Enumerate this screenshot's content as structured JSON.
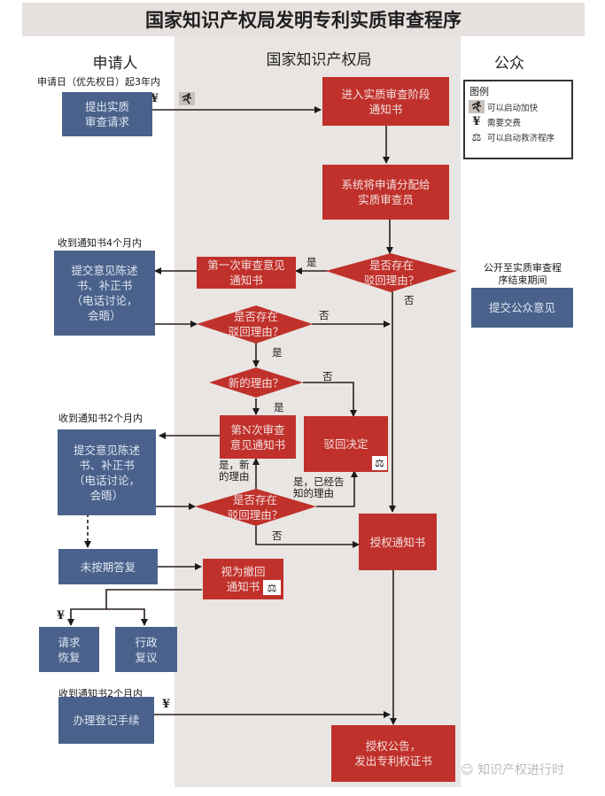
{
  "title": "国家知识产权局发明专利实质审查程序",
  "columns": {
    "applicant": "申请人",
    "office": "国家知识产权局",
    "public": "公众"
  },
  "legend": {
    "title": "图例",
    "items": [
      {
        "icon": "runner-icon",
        "label": "可以启动加快"
      },
      {
        "icon": "yen-icon",
        "label": "需要交费"
      },
      {
        "icon": "scale-icon",
        "label": "可以启动救济程序"
      }
    ]
  },
  "icons": {
    "yen": "¥",
    "runner": "🏃",
    "scale": "⚖"
  },
  "notes": {
    "deadline_3yr": "申请日（优先权日）起3年内",
    "deadline_4mo": "收到通知书4个月内",
    "deadline_2mo": "收到通知书2个月内",
    "deadline_2mo_reg": "收到通知书2个月内",
    "public_period": "公开至实质审查程\n序结束期间"
  },
  "boxes": {
    "request_exam": "提出实质\n审查请求",
    "enter_stage": "进入实质审查阶段\n通知书",
    "assign_examiner": "系统将申请分配给\n实质审查员",
    "first_opinion": "第一次审查意见\n通知书",
    "submit_response_1": "提交意见陈述\n书、补正书\n（电话讨论，\n会晤）",
    "public_opinion": "提交公众意见",
    "nth_opinion": "第N次审查\n意见通知书",
    "rejection": "驳回决定",
    "submit_response_2": "提交意见陈述\n书、补正书\n（电话讨论，\n会晤）",
    "grant_notice": "授权通知书",
    "no_reply": "未按期答复",
    "deemed_withdrawn": "视为撤回\n通知书",
    "request_restore": "请求\n恢复",
    "admin_review": "行政\n复议",
    "registration": "办理登记手续",
    "grant_announce": "授权公告，\n发出专利权证书"
  },
  "diamonds": {
    "d1": "是否存在\n驳回理由？",
    "d2": "是否存在\n驳回理由？",
    "d3": "新的理由？",
    "d4": "是否存在\n驳回理由？"
  },
  "edge_labels": {
    "d1_yes": "是",
    "d1_no": "否",
    "d2_no": "否",
    "d2_yes": "是",
    "d3_no": "否",
    "d3_yes": "是",
    "d4_yes_new": "是，新\n的理由",
    "d4_yes_old": "是，已经告\n知的理由",
    "d4_no": "否"
  },
  "watermark": "知识产权进行时",
  "colors": {
    "red_box": "#c0312b",
    "blue_box": "#4a628b",
    "panel_gray": "#e9e5e2"
  }
}
